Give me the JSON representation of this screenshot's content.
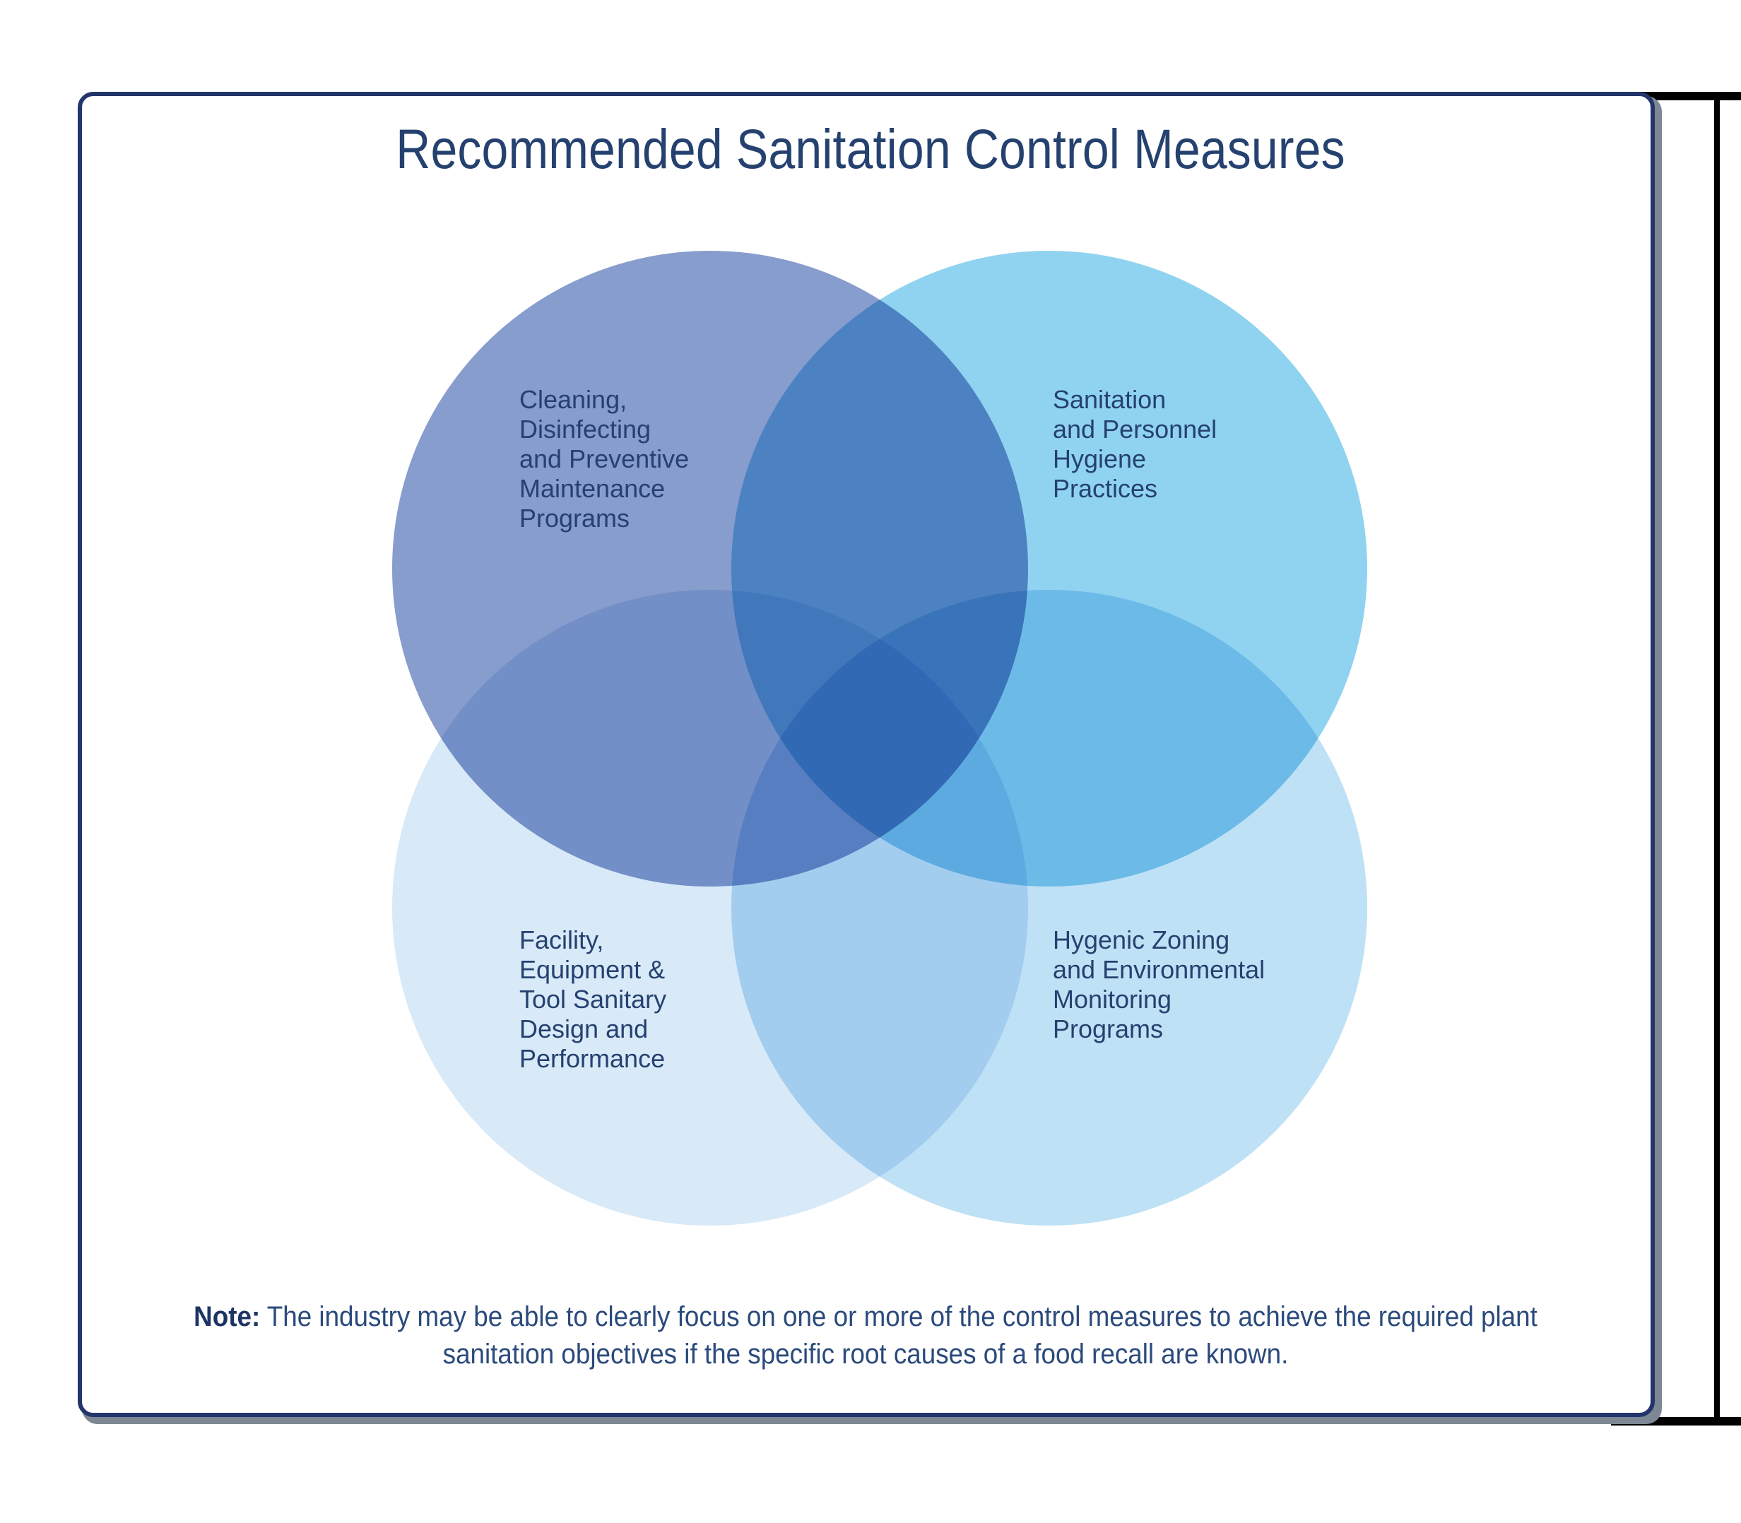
{
  "title": "Recommended Sanitation Control Measures",
  "colors": {
    "frame_border": "#22366b",
    "frame_shadow": "#7d8894",
    "accent_bar": "#000000",
    "title_text": "#25416f",
    "label_text": "#25416f",
    "note_text": "#2b4a7c",
    "circle_top_left": "#879dcd",
    "circle_top_right": "#90d3f0",
    "circle_bottom_left": "#d8e9f8",
    "circle_bottom_right": "#bfe1f6",
    "center_overlap": "#336ab5",
    "page_background": "#ffffff"
  },
  "diagram": {
    "type": "venn",
    "blend_mode": "multiply",
    "circle_count": 4,
    "circles": [
      {
        "id": "top-left",
        "label": "Cleaning,\nDisinfecting\nand Preventive\nMaintenance\nPrograms",
        "fill": "#879dcd"
      },
      {
        "id": "top-right",
        "label": "Sanitation\nand Personnel\nHygiene\nPractices",
        "fill": "#90d3f0"
      },
      {
        "id": "bottom-left",
        "label": "Facility,\nEquipment &\nTool Sanitary\nDesign and\nPerformance",
        "fill": "#d8e9f8"
      },
      {
        "id": "bottom-right",
        "label": "Hygenic Zoning\nand Environmental\nMonitoring\nPrograms",
        "fill": "#bfe1f6"
      }
    ]
  },
  "note": {
    "label": "Note:",
    "body": " The industry may be able to clearly focus on one or more of the control measures to achieve the required plant sanitation objectives if the specific root causes of a food recall are known."
  }
}
